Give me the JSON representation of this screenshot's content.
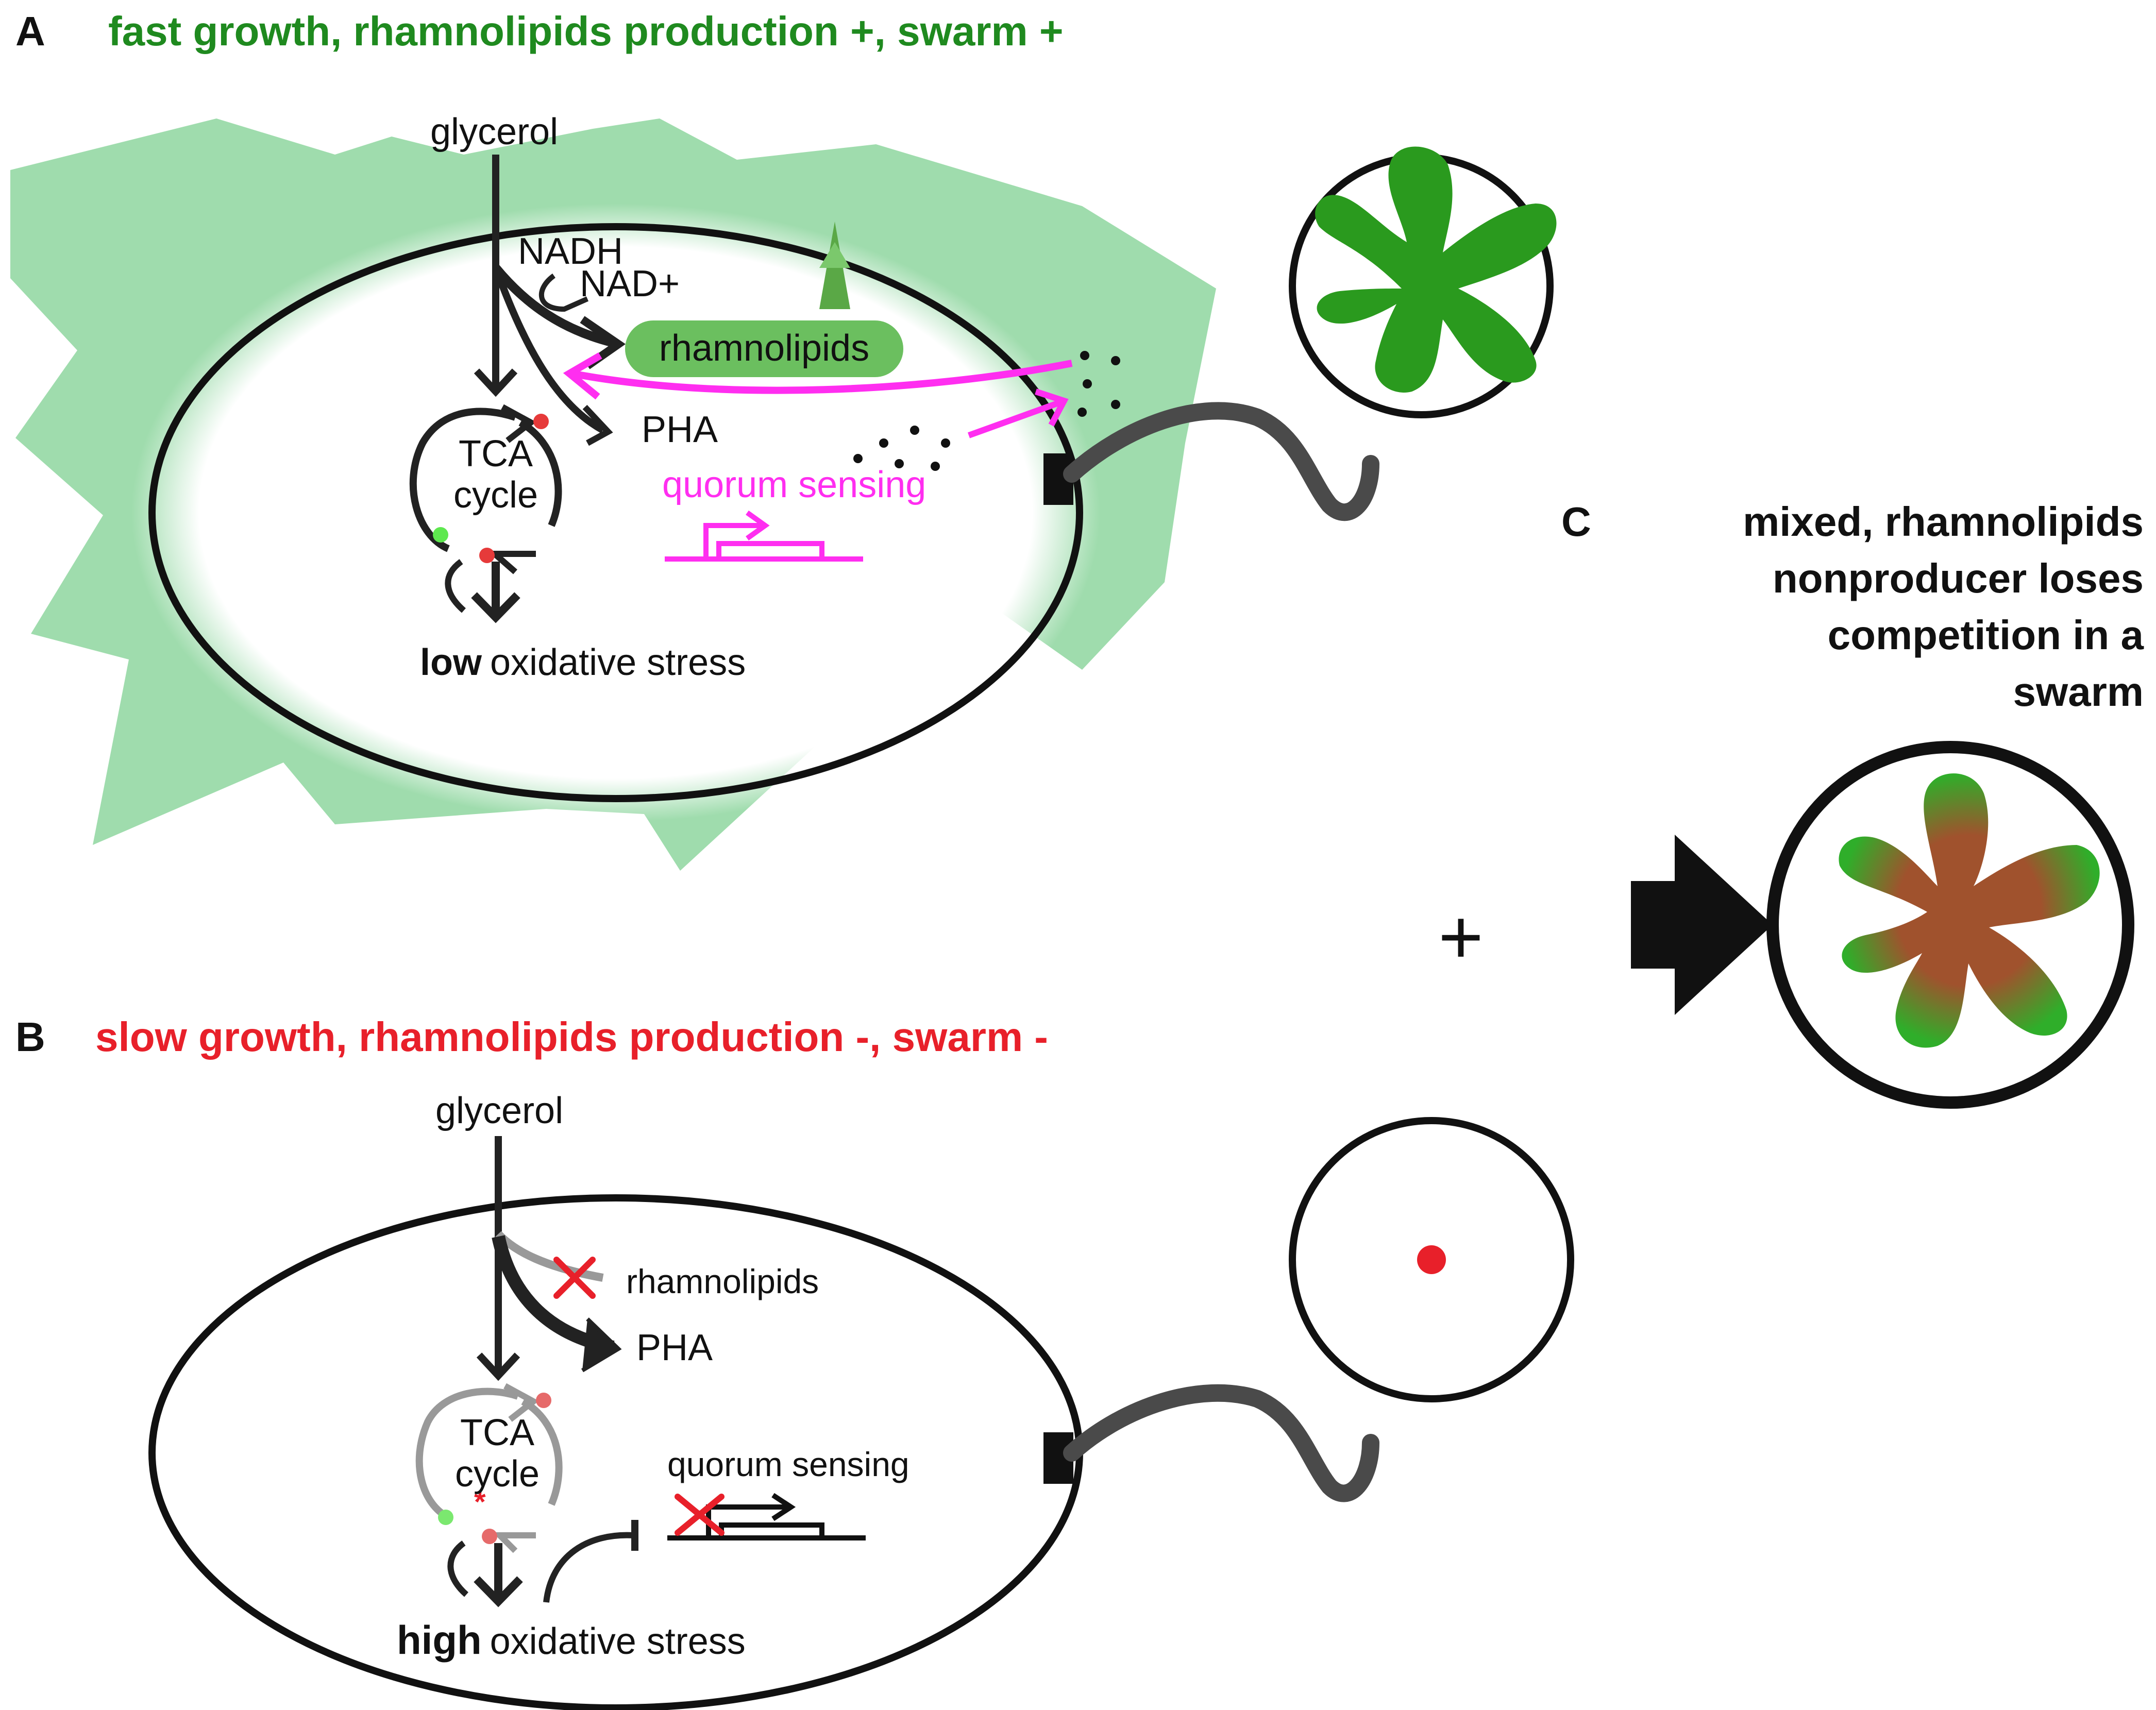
{
  "panel_a": {
    "letter": "A",
    "title": "fast growth, rhamnolipids production +, swarm +",
    "title_color": "#1f8a1f",
    "glycerol": "glycerol",
    "nadh": "NADH",
    "nad_plus": "NAD+",
    "rhamnolipids": "rhamnolipids",
    "pha": "PHA",
    "tca_line1": "TCA",
    "tca_line2": "cycle",
    "quorum_sensing": "quorum sensing",
    "stress_level": "low",
    "stress_label": "oxidative stress",
    "halo_color": "#9fdcad",
    "pill_color": "#6bbf5f",
    "qs_color": "#ff2ef0"
  },
  "panel_b": {
    "letter": "B",
    "title": "slow growth, rhamnolipids production -, swarm -",
    "title_color": "#e8202a",
    "glycerol": "glycerol",
    "rhamnolipids": "rhamnolipids",
    "pha": "PHA",
    "tca_line1": "TCA",
    "tca_line2": "cycle",
    "quorum_sensing": "quorum sensing",
    "stress_level": "high",
    "stress_label": "oxidative stress",
    "block_color": "#e8202a"
  },
  "panel_c": {
    "letter": "C",
    "title_lines": [
      "mixed, rhamnolipids",
      "nonproducer loses",
      "competition in a",
      "swarm"
    ],
    "plus": "+",
    "mixed_color": "#a0522d",
    "swarm_color": "#2a9a1e"
  },
  "icons": [
    "flagellum-icon",
    "swarm-plate-icon",
    "block-x-icon",
    "promoter-arrow-icon",
    "inhibition-icon"
  ]
}
